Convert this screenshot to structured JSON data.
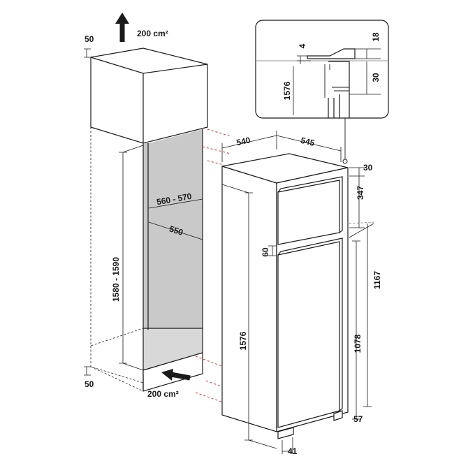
{
  "cabinet": {
    "top_vent_label": "200 cm²",
    "bottom_vent_label": "200 cm²",
    "top_clearance": "50",
    "bottom_clearance": "50",
    "niche_height": "1580 - 1590",
    "niche_depth": "560 - 570",
    "niche_width": "550"
  },
  "appliance": {
    "width": "540",
    "depth": "545",
    "top_offset": "30",
    "freezer_door_height": "347",
    "door_gap": "60",
    "total_height": "1576",
    "fridge_section_height": "1167",
    "fridge_door_height": "1078",
    "bottom_offset": "57",
    "foot_depth": "41"
  },
  "detail_view": {
    "gap_top": "4",
    "bracket_height": "18",
    "bracket_drop": "30",
    "height": "1576"
  },
  "colors": {
    "line": "#1a1a1a",
    "dashed_reference": "#d0343a",
    "niche_fill": "#c9c9c9"
  }
}
